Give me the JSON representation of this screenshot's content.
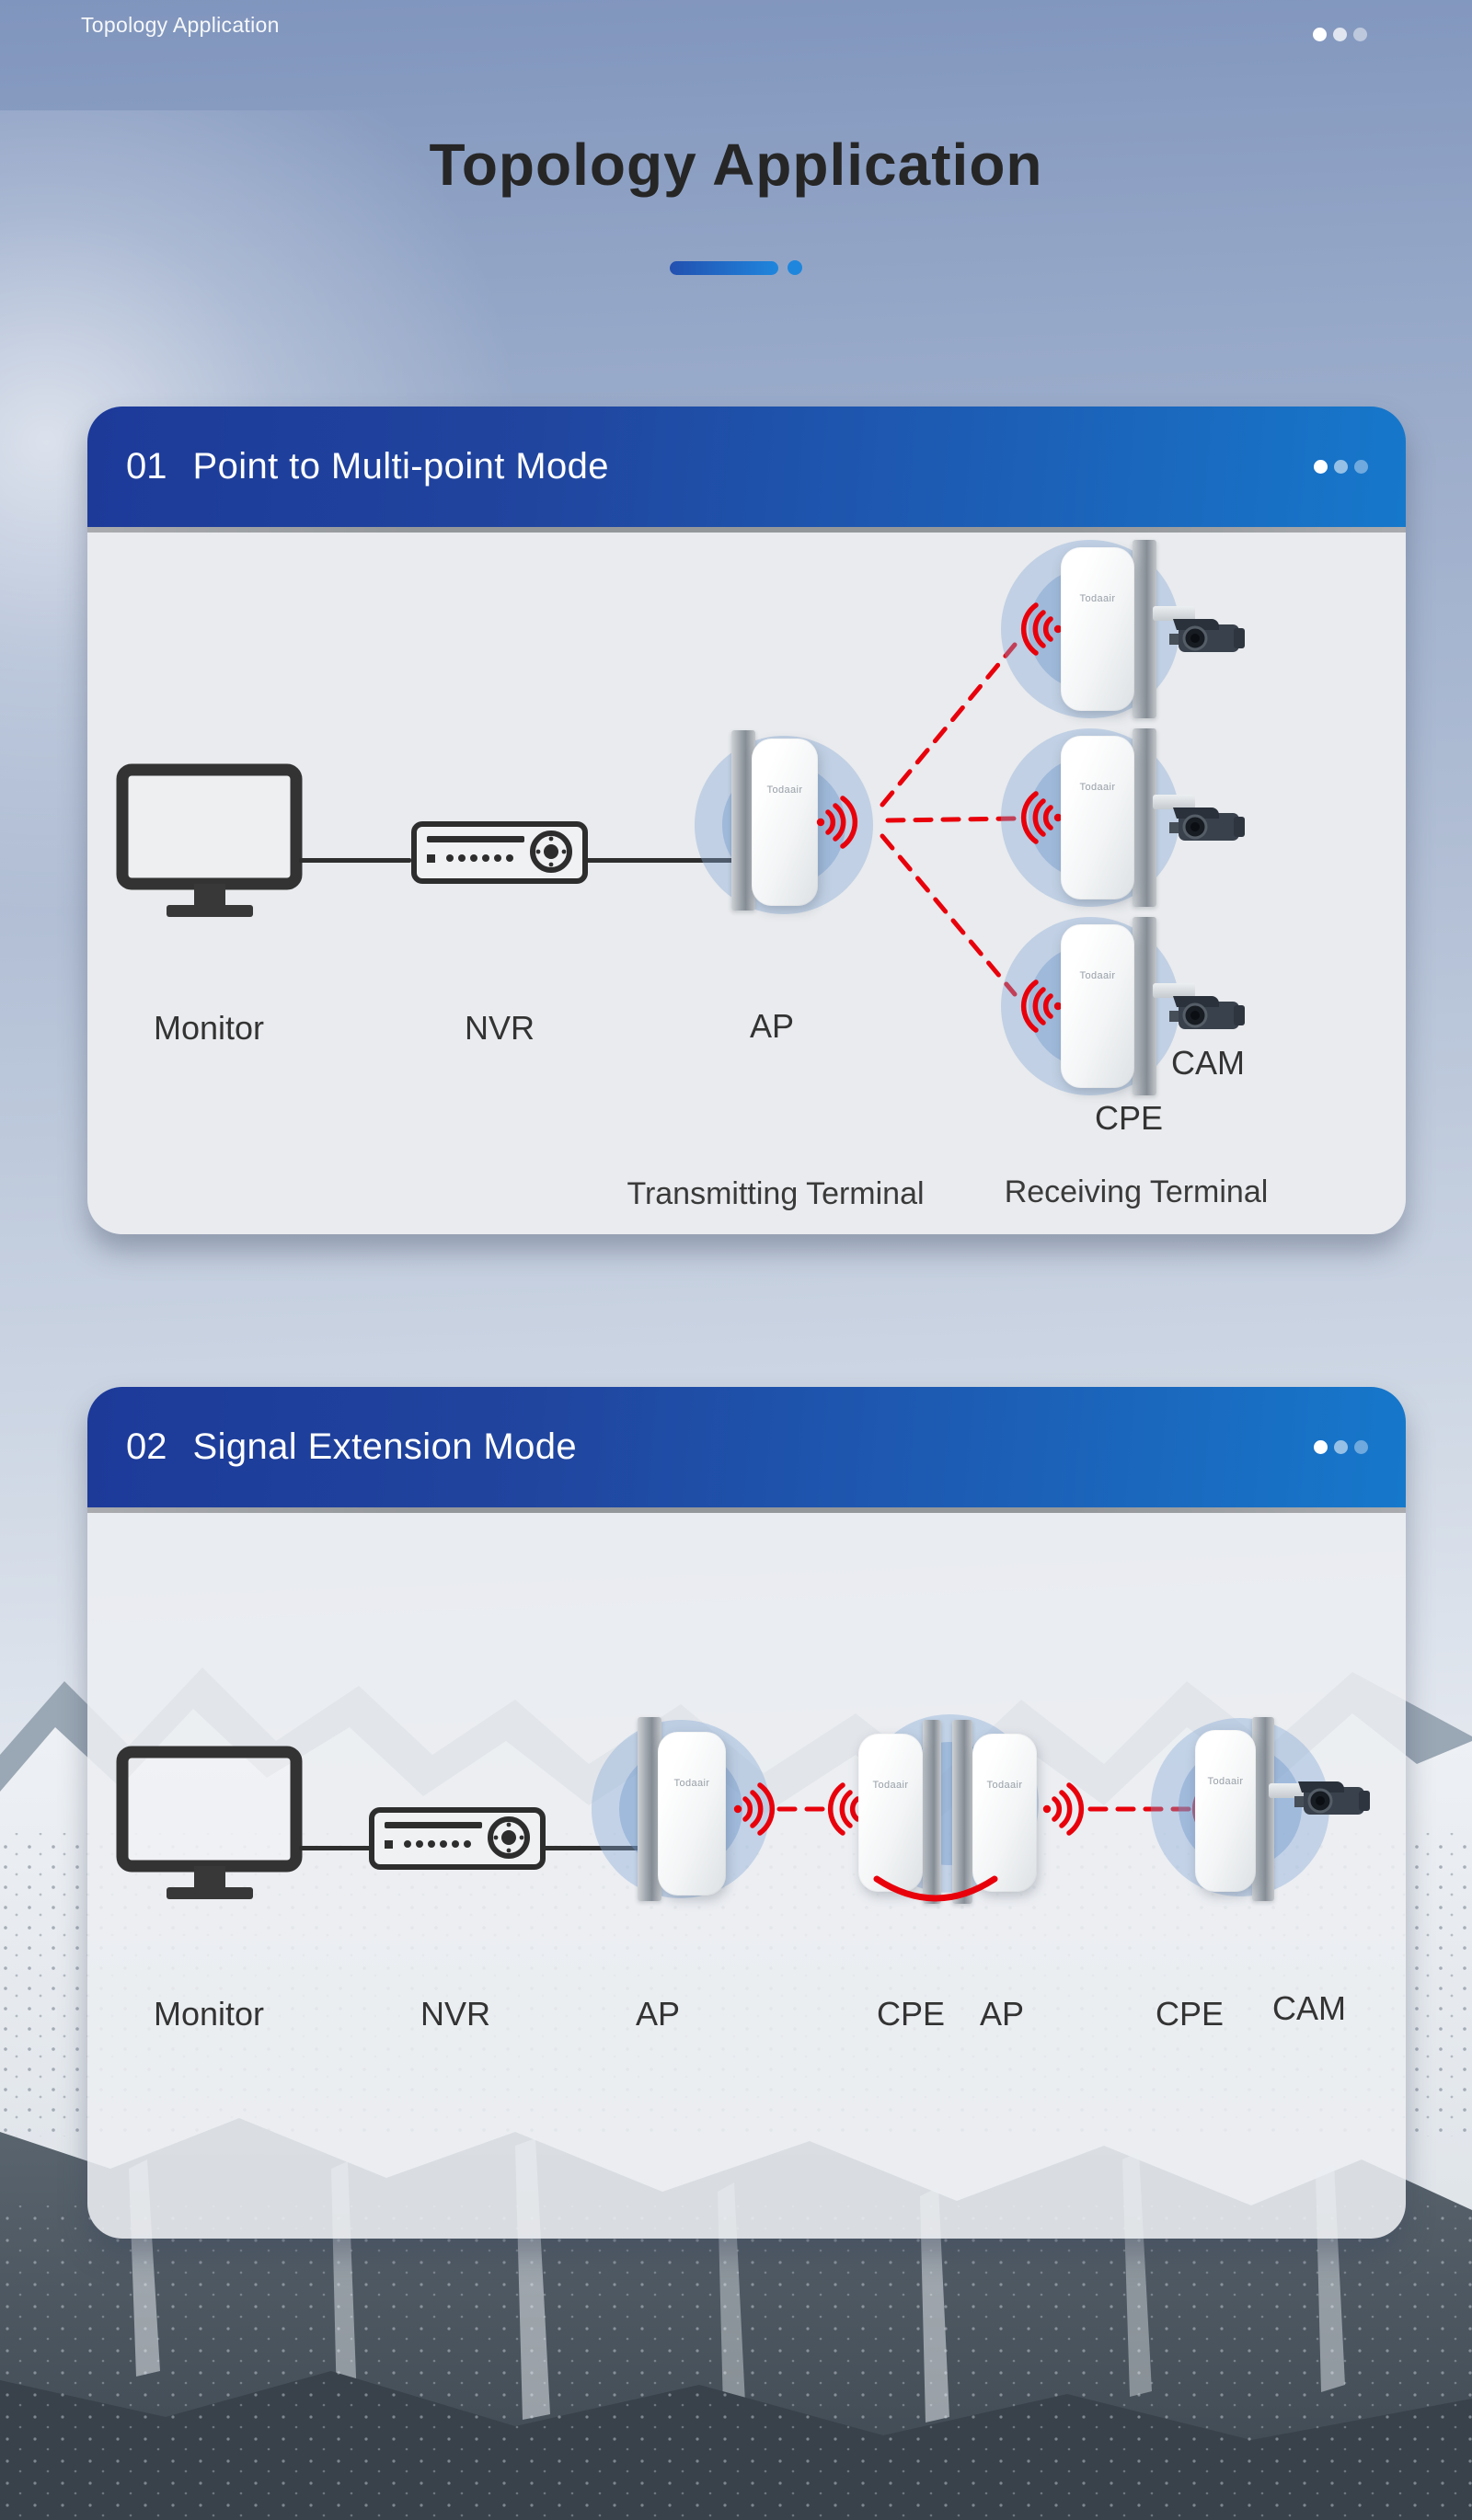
{
  "top_bar": {
    "title": "Topology Application"
  },
  "hero": {
    "title": "Topology Application"
  },
  "brand": {
    "logo": "Todaair"
  },
  "cards": {
    "card1": {
      "number": "01",
      "title": "Point to Multi-point Mode",
      "labels": {
        "monitor": "Monitor",
        "nvr": "NVR",
        "ap": "AP",
        "cam": "CAM",
        "cpe": "CPE",
        "transmitting": "Transmitting Terminal",
        "receiving": "Receiving Terminal"
      }
    },
    "card2": {
      "number": "02",
      "title": "Signal Extension Mode",
      "labels": {
        "monitor": "Monitor",
        "nvr": "NVR",
        "ap": "AP",
        "cpe_mid": "CPE",
        "ap_mid": "AP",
        "cpe_right": "CPE",
        "cam": "CAM"
      }
    }
  },
  "icons": {
    "menu_dots": "ellipsis-dots-icon",
    "monitor": "monitor-icon",
    "nvr": "nvr-recorder-icon",
    "wireless_device": "wireless-bridge-device",
    "camera": "cctv-camera-icon",
    "wifi": "wifi-signal-icon"
  },
  "colors": {
    "header_gradient_start": "#1d3a99",
    "header_gradient_end": "#1678cb",
    "signal_red": "#e8000b",
    "divider_blue": "#1f86dd",
    "sky_top": "#8095bd",
    "card_body": "#e9ebee",
    "title_color": "#262626"
  }
}
